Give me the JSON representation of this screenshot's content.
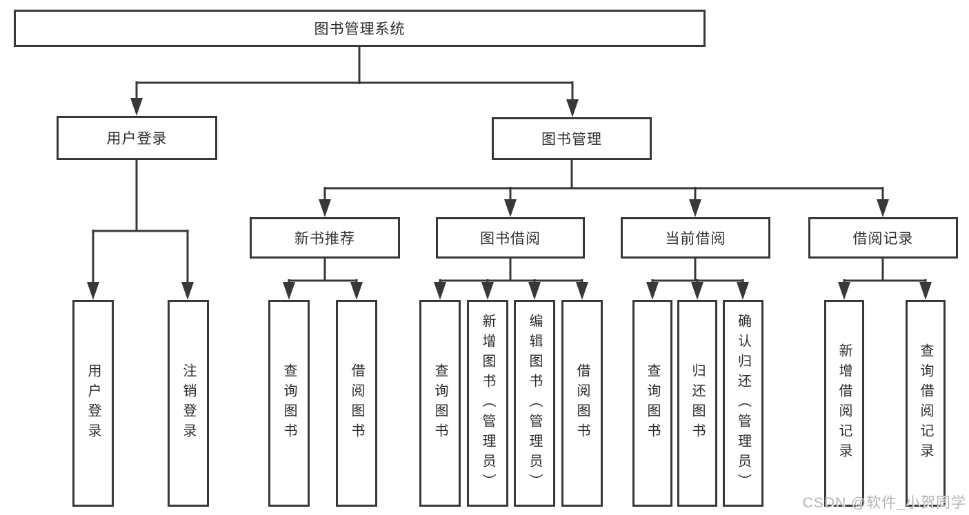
{
  "diagram": {
    "root": {
      "label": "图书管理系统"
    },
    "branches": [
      {
        "id": "user-login",
        "label": "用户登录",
        "children": [
          {
            "label": "用户登录"
          },
          {
            "label": "注销登录"
          }
        ]
      },
      {
        "id": "book-management",
        "label": "图书管理",
        "children": [
          {
            "id": "new-book-recommend",
            "label": "新书推荐",
            "children": [
              {
                "label": "查询图书"
              },
              {
                "label": "借阅图书"
              }
            ]
          },
          {
            "id": "book-borrow",
            "label": "图书借阅",
            "children": [
              {
                "label": "查询图书"
              },
              {
                "label": "新增图书（管理员）"
              },
              {
                "label": "编辑图书（管理员）"
              },
              {
                "label": "借阅图书"
              }
            ]
          },
          {
            "id": "current-borrow",
            "label": "当前借阅",
            "children": [
              {
                "label": "查询图书"
              },
              {
                "label": "归还图书"
              },
              {
                "label": "确认归还（管理员）"
              }
            ]
          },
          {
            "id": "borrow-records",
            "label": "借阅记录",
            "children": [
              {
                "label": "新增借阅记录"
              },
              {
                "label": "查询借阅记录"
              }
            ]
          }
        ]
      }
    ]
  },
  "watermark": {
    "text": "CSDN @软件_小贺同学"
  },
  "colors": {
    "line": "#383838",
    "box_border": "#383838",
    "text": "#2d2d2d",
    "watermark": "#b4b4b4",
    "background": "#ffffff"
  }
}
